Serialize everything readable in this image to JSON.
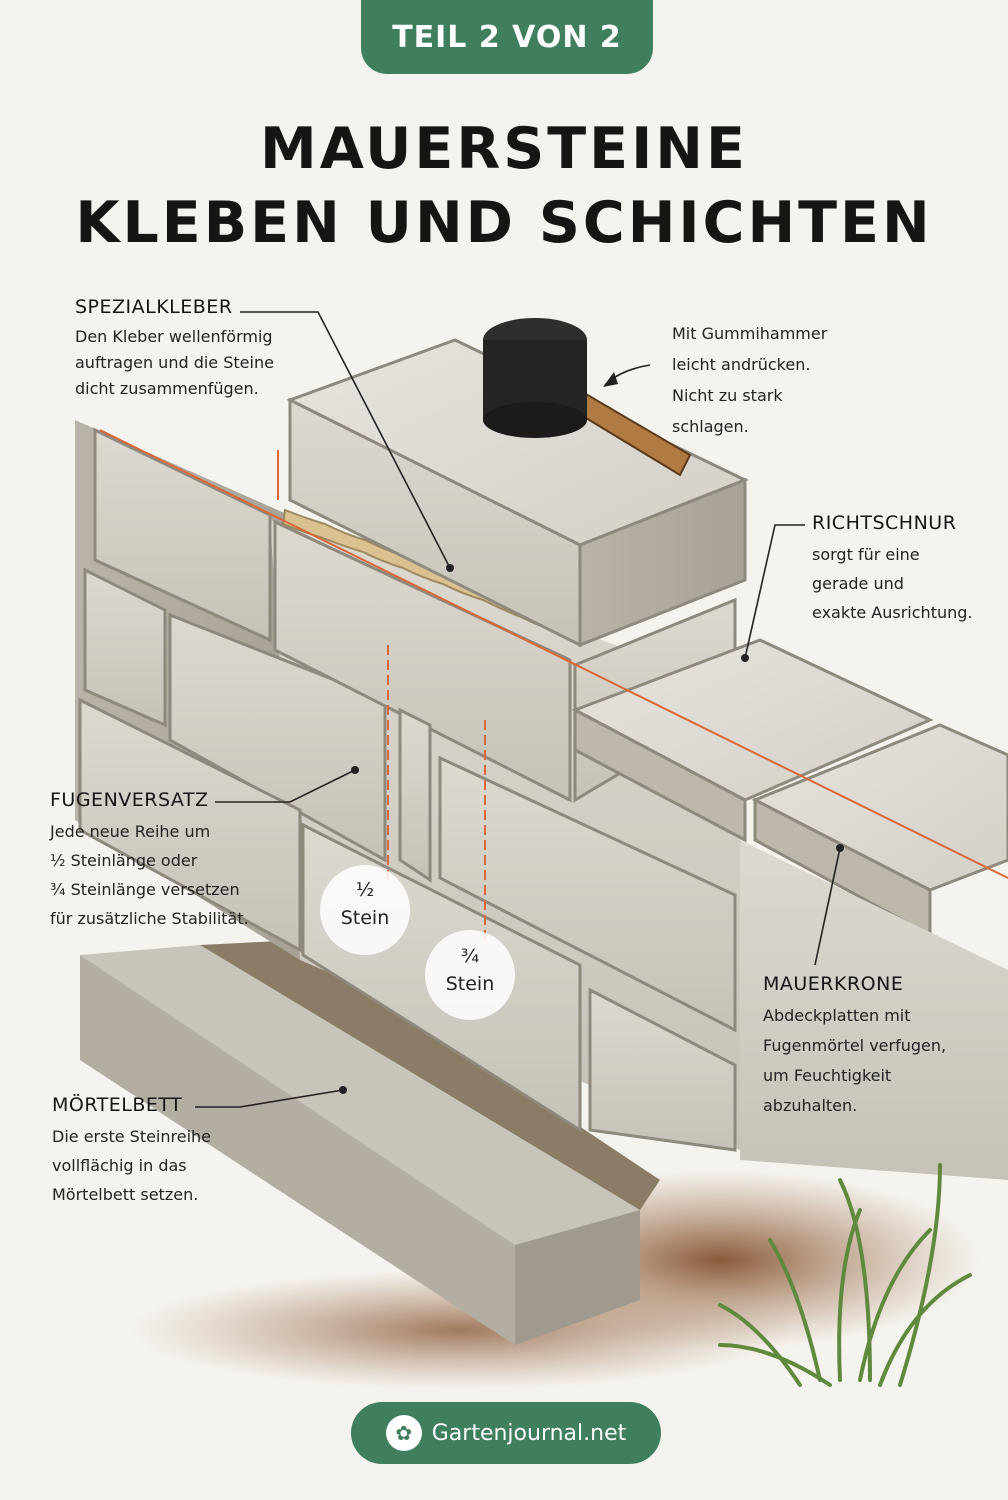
{
  "header": {
    "part": "TEIL 2 VON 2"
  },
  "title": {
    "line1": "MAUERSTEINE",
    "line2": "KLEBEN UND SCHICHTEN"
  },
  "annotations": {
    "spezialkleber": {
      "heading": "SPEZIALKLEBER",
      "lines": [
        "Den Kleber wellenförmig",
        "auftragen und die Steine",
        "dicht zusammenfügen."
      ]
    },
    "gummihammer": {
      "lines": [
        "Mit Gummihammer",
        "leicht andrücken.",
        "Nicht zu stark",
        "schlagen."
      ]
    },
    "richtschnur": {
      "heading": "RICHTSCHNUR",
      "lines": [
        "sorgt für eine",
        "gerade und",
        "exakte Ausrichtung."
      ]
    },
    "fugenversatz": {
      "heading": "FUGENVERSATZ",
      "lines": [
        "Jede neue Reihe um",
        "½ Steinlänge oder",
        "¾ Steinlänge versetzen",
        "für zusätzliche Stabilität."
      ]
    },
    "mauerkrone": {
      "heading": "MAUERKRONE",
      "lines": [
        "Abdeckplatten mit",
        "Fugenmörtel verfugen,",
        "um Feuchtigkeit",
        "abzuhalten."
      ]
    },
    "moertelbett": {
      "heading": "MÖRTELBETT",
      "lines": [
        "Die erste Steinreihe",
        "vollflächig in das",
        "Mörtelbett setzen."
      ]
    }
  },
  "offset_labels": {
    "half": [
      "½",
      "Stein"
    ],
    "three_quarter": [
      "¾",
      "Stein"
    ]
  },
  "footer": {
    "brand": "Gartenjournal.net",
    "icon": "leaf-icon"
  },
  "colors": {
    "brand_green": "#3f7f5e",
    "string_line": "#d9683a",
    "stone": "#d8d4cb",
    "soil": "#8a5a3a",
    "grass": "#5f8a3e"
  }
}
